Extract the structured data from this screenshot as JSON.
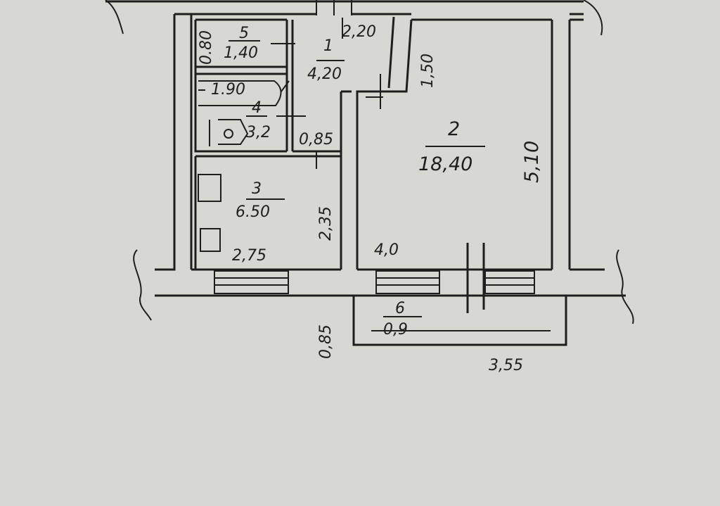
{
  "rooms": [
    {
      "number": "1",
      "area": "4,20"
    },
    {
      "number": "2",
      "area": "18,40"
    },
    {
      "number": "3",
      "area": "6.50"
    },
    {
      "number": "4",
      "area": "3,2"
    },
    {
      "number": "5",
      "area": "1,40"
    },
    {
      "number": "6",
      "area": "0,9"
    }
  ],
  "dimensions": {
    "room5_width": "0.80",
    "bath_length": "1.90",
    "corridor_width": "2,20",
    "room2_notch": "1,50",
    "room2_depth": "5,10",
    "room2_width": "4,0",
    "corridor_gap": "0,85",
    "room3_depth": "2,35",
    "room3_width": "2,75",
    "balcony_depth": "0,85",
    "balcony_length": "3,55"
  },
  "colors": {
    "paper": "#d8d8d2",
    "ink": "#1e1e1e"
  }
}
